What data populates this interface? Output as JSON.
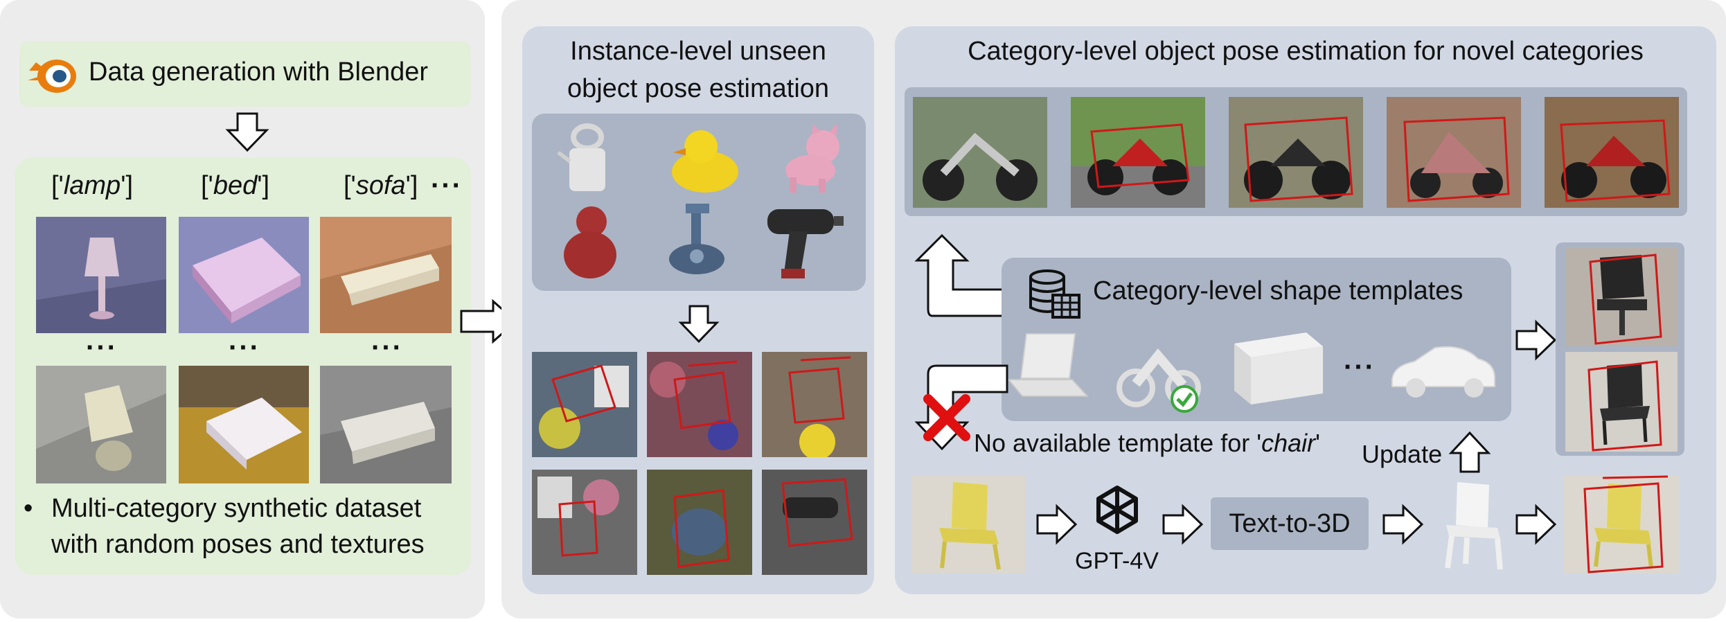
{
  "left": {
    "blender_label": "Data generation with Blender",
    "categories": [
      {
        "open": "['",
        "name": "lamp",
        "close": "']"
      },
      {
        "open": "['",
        "name": "bed",
        "close": "']"
      },
      {
        "open": "['",
        "name": "sofa",
        "close": "']"
      }
    ],
    "more": "···",
    "row_dots": "···",
    "bullet": "•",
    "bullet_line1": "Multi-category synthetic dataset",
    "bullet_line2": "with random poses and textures"
  },
  "middle": {
    "title_line1": "Instance-level unseen",
    "title_line2": "object pose estimation"
  },
  "right": {
    "title": "Category-level object pose estimation for novel categories",
    "templates_title": "Category-level shape templates",
    "templates_dots": "···",
    "no_template_prefix": "No available template for '",
    "no_template_name": "chair",
    "no_template_suffix": "'",
    "update_label": "Update",
    "gpt_label": "GPT-4V",
    "text3d_label": "Text-to-3D"
  },
  "colors": {
    "outer_panel": "#ececec",
    "inner_panel": "#d1d8e4",
    "dark_panel": "#aab4c4",
    "green_panel": "#e2efd9",
    "bbox_red": "#d01818",
    "cross_red": "#e01010",
    "check_green": "#3aa83a"
  }
}
